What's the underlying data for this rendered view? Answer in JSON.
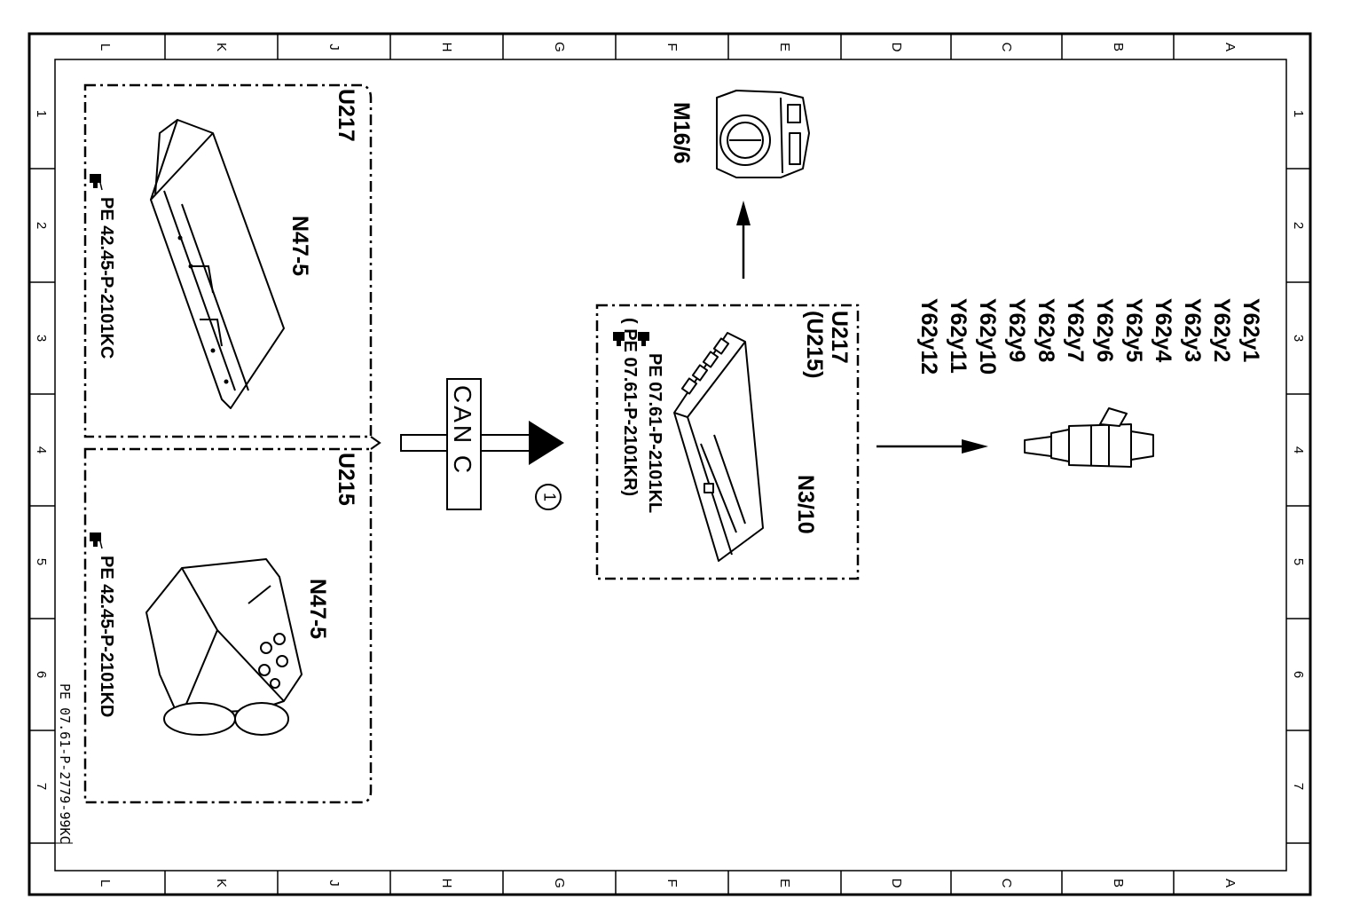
{
  "frame": {
    "col_letters": [
      "L",
      "K",
      "J",
      "H",
      "G",
      "F",
      "E",
      "D",
      "C",
      "B",
      "A"
    ],
    "row_numbers": [
      "1",
      "2",
      "3",
      "4",
      "5",
      "6",
      "7"
    ],
    "doc_ref": "PE 07.61-P-2779-99KC"
  },
  "groups": {
    "top_left": {
      "model": "U217",
      "component": "N47-5",
      "ref": "PE 42.45-P-2101KC"
    },
    "bottom_left": {
      "model": "U215",
      "component": "N47-5",
      "ref": "PE 42.45-P-2101KD"
    },
    "center": {
      "model_line1": "U217",
      "model_line2": "(U215)",
      "component": "N3/10",
      "ref1": "PE  07.61-P-2101KL",
      "ref2": "(  PE  07.61-P-2101KR)"
    }
  },
  "bus": {
    "label": "CAN C",
    "marker": "1"
  },
  "throttle": {
    "label": "M16/6"
  },
  "injectors": {
    "labels": [
      "Y62y1",
      "Y62y2",
      "Y62y3",
      "Y62y4",
      "Y62y5",
      "Y62y6",
      "Y62y7",
      "Y62y8",
      "Y62y9",
      "Y62y10",
      "Y62y11",
      "Y62y12"
    ]
  }
}
